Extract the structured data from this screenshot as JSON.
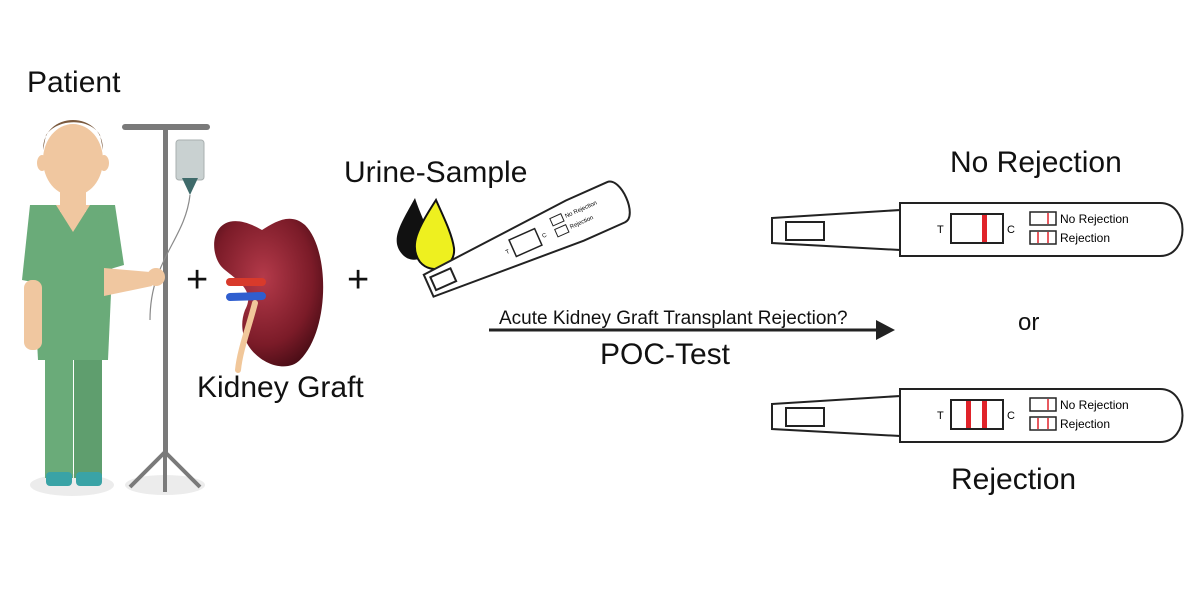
{
  "labels": {
    "patient": "Patient",
    "kidney_graft": "Kidney Graft",
    "urine_sample": "Urine-Sample",
    "plus": "+",
    "question": "Acute Kidney Graft Transplant Rejection?",
    "poc_test": "POC-Test",
    "no_rejection": "No Rejection",
    "or": "or",
    "rejection": "Rejection"
  },
  "test_strip": {
    "t_label": "T",
    "c_label": "C",
    "legend_no_rejection": "No Rejection",
    "legend_rejection": "Rejection"
  },
  "colors": {
    "scrubs": "#6aab79",
    "skin": "#f0c7a0",
    "hair": "#7b5a3e",
    "kidney": "#7b1b28",
    "drop_black": "#111111",
    "drop_yellow": "#eef01f",
    "test_line": "#e0232a",
    "artery": "#d83a2b",
    "vein": "#2f5ecf"
  }
}
